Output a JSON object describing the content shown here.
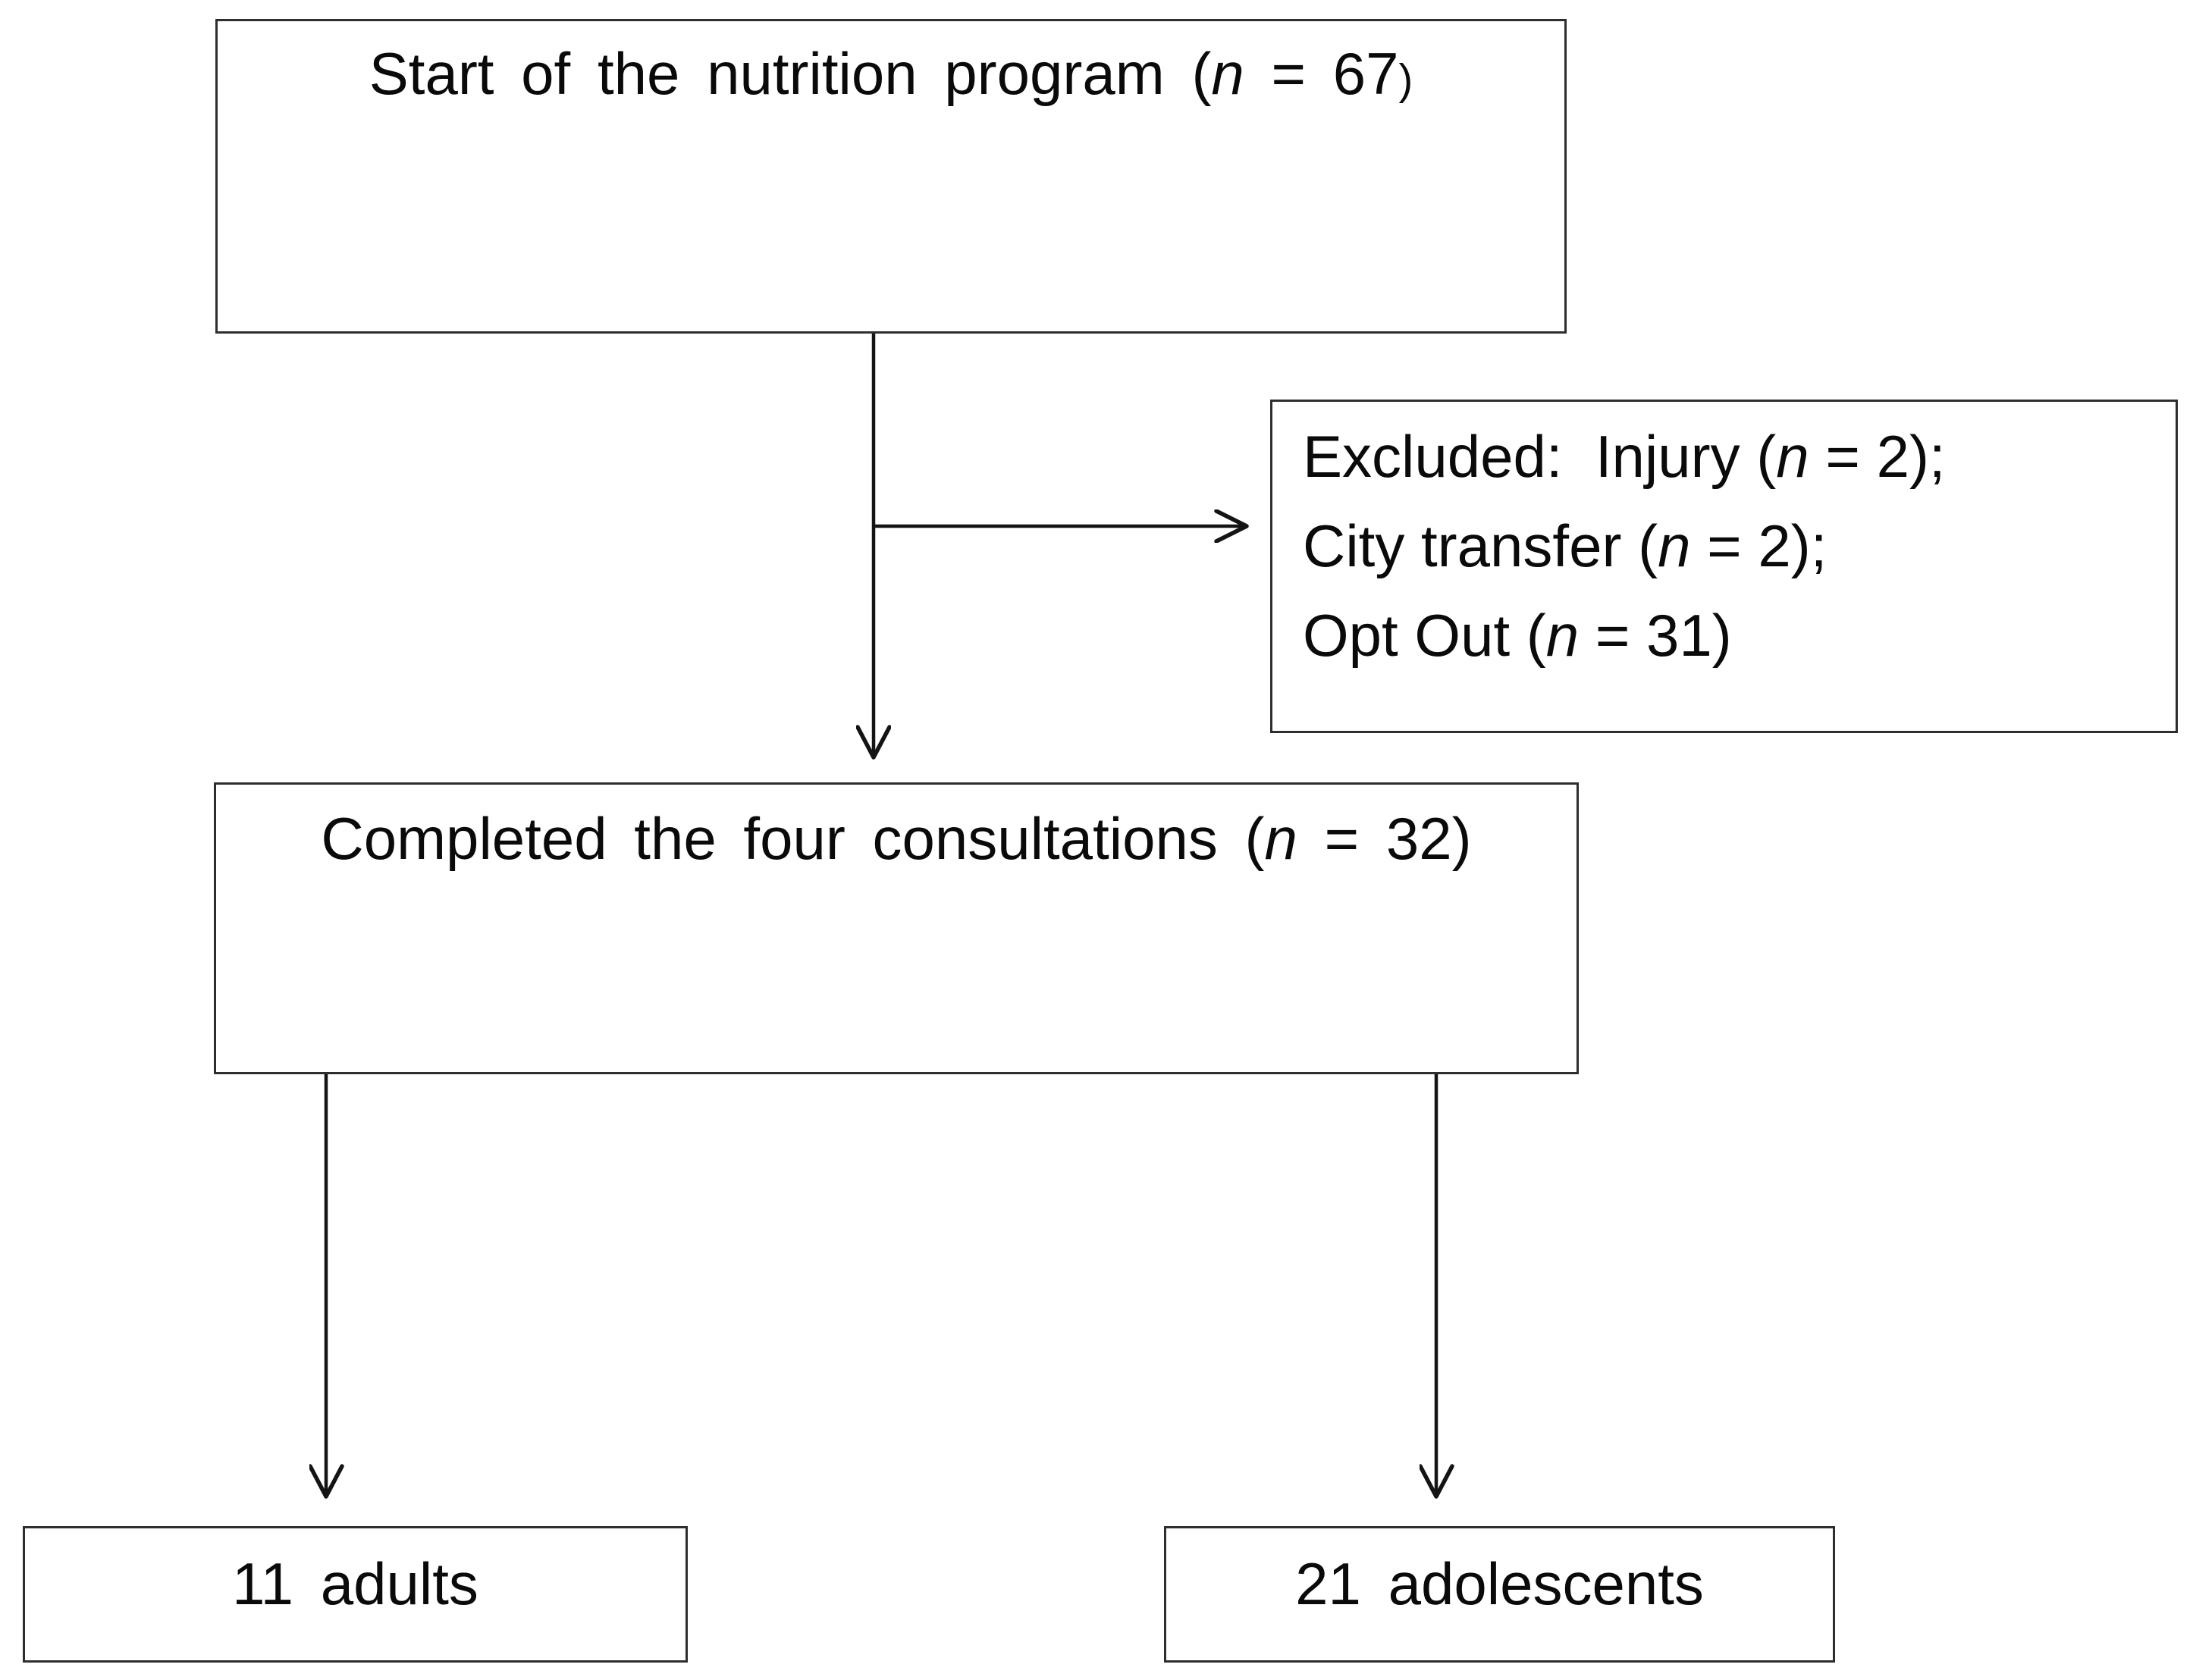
{
  "figure": {
    "background_color": "#ffffff",
    "line_color": "#141414",
    "border_color": "#2e2e2e",
    "boxes": {
      "start": {
        "pre": "Start of the nutrition program (",
        "var": "n",
        "post": " = 67",
        "close_paren": ")"
      },
      "excluded": {
        "lines": [
          {
            "pre": "Excluded:  Injury (",
            "var": "n",
            "post": " = 2);"
          },
          {
            "pre": "City transfer (",
            "var": "n",
            "post": " = 2);"
          },
          {
            "pre": "Opt Out (",
            "var": "n",
            "post": " = 31)"
          }
        ]
      },
      "completed": {
        "pre": "Completed the four consultations (",
        "var": "n",
        "post": " = 32)"
      },
      "adults": {
        "label": "11 adults"
      },
      "adolescents": {
        "label": "21 adolescents"
      }
    }
  }
}
